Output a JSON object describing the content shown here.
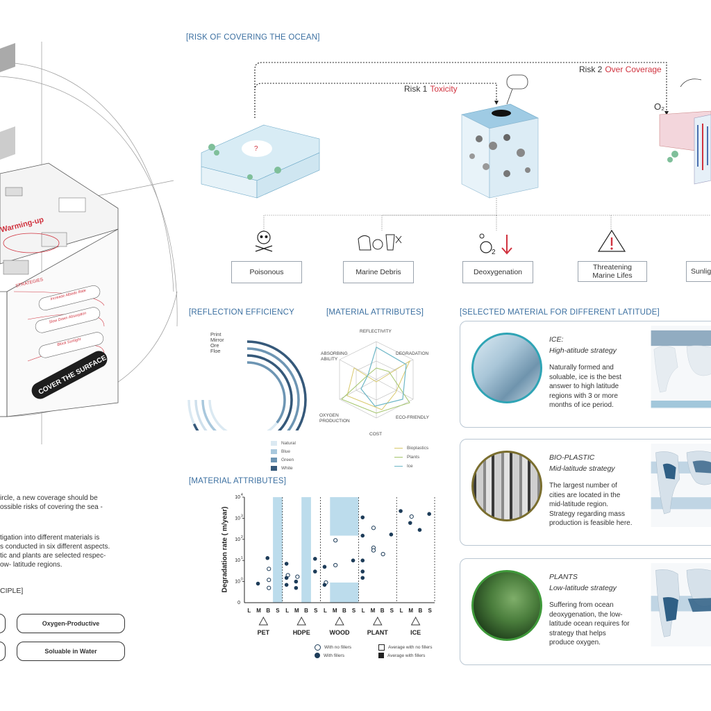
{
  "colors": {
    "accent": "#3b6fa0",
    "red": "#d0333f",
    "navy": "#1d3c59",
    "light_blue": "#bcdcec",
    "ice": "#2fa4b5",
    "plastic": "#7a6e2e",
    "plants": "#3f9a3a"
  },
  "risk": {
    "title": "[RISK OF COVERING THE OCEAN]",
    "risk1": {
      "label": "Risk 1",
      "name": "Toxicity"
    },
    "risk2": {
      "label": "Risk 2",
      "name": "Over Coverage"
    },
    "boxes": [
      "Poisonous",
      "Marine Debris",
      "Deoxygenation",
      "Threatening Marine Lifes",
      "Sunlig"
    ]
  },
  "left_panel": {
    "strategies_label": "STRATEGIES",
    "strategy_items": [
      "Increase Albedo Rate",
      "Slow Down Absorption",
      "Block Sunlight"
    ],
    "warming_label": "Warming-up",
    "cover_label": "COVER THE SURFACE",
    "text_block1": [
      "ircle, a new coverage should be",
      "ossible risks of covering the sea -"
    ],
    "text_block2": [
      "tigation into different materials is",
      "s conducted in six different aspects.",
      "tic and plants are selected respec-",
      "ow- latitude regions."
    ],
    "principle_label": "CIPLE]",
    "principles": [
      "Oxygen-Productive",
      "Soluable in Water"
    ]
  },
  "reflection": {
    "title": "[REFLECTION EFFICIENCY",
    "ring_labels": [
      "Print",
      "Mirror",
      "Ore",
      "Floe"
    ],
    "legend": [
      {
        "name": "Natural",
        "color": "#dbe9f2"
      },
      {
        "name": "Blue",
        "color": "#a9c8dd"
      },
      {
        "name": "Green",
        "color": "#6d95b3"
      },
      {
        "name": "White",
        "color": "#36597a"
      }
    ]
  },
  "radar": {
    "title": "[MATERIAL ATTRIBUTES]",
    "axes": [
      "REFLECTIVITY",
      "DEGRADATION",
      "ECO-FRIENDLY",
      "COST",
      "OXYGEN PRODUCTION",
      "ABSORBING ABILITY"
    ],
    "legend": [
      {
        "name": "Bioplastics",
        "color": "#d8c86a"
      },
      {
        "name": "Plants",
        "color": "#a3c46a"
      },
      {
        "name": "Ice",
        "color": "#6cb6c6"
      }
    ]
  },
  "chart_data": {
    "type": "scatter",
    "title": "[MATERIAL ATTRIBUTES]",
    "ylabel": "Degradation rate ( m/year)",
    "yscale": "log",
    "ylim": [
      0.1,
      10000
    ],
    "yticks": [
      "10^0",
      "10^1",
      "10^2",
      "10^3",
      "10^4"
    ],
    "groups": [
      "PET",
      "HDPE",
      "WOOD",
      "PLANT",
      "ICE"
    ],
    "subcategories": [
      "L",
      "M",
      "B",
      "S"
    ],
    "series": [
      {
        "name": "With no fillers",
        "marker": "open-circle",
        "points": [
          {
            "group": "PET",
            "sub": "B",
            "y": 4
          },
          {
            "group": "PET",
            "sub": "B",
            "y": 1.2
          },
          {
            "group": "PET",
            "sub": "B",
            "y": 0.5
          },
          {
            "group": "HDPE",
            "sub": "L",
            "y": 2
          },
          {
            "group": "HDPE",
            "sub": "M",
            "y": 1.7
          },
          {
            "group": "WOOD",
            "sub": "L",
            "y": 0.9
          },
          {
            "group": "WOOD",
            "sub": "M",
            "y": 90
          },
          {
            "group": "WOOD",
            "sub": "M",
            "y": 6
          },
          {
            "group": "PLANT",
            "sub": "M",
            "y": 350
          },
          {
            "group": "PLANT",
            "sub": "M",
            "y": 40
          },
          {
            "group": "PLANT",
            "sub": "M",
            "y": 30
          },
          {
            "group": "PLANT",
            "sub": "B",
            "y": 20
          },
          {
            "group": "ICE",
            "sub": "M",
            "y": 1200
          }
        ]
      },
      {
        "name": "With fillers",
        "marker": "filled-circle",
        "points": [
          {
            "group": "PET",
            "sub": "M",
            "y": 0.8
          },
          {
            "group": "PET",
            "sub": "B",
            "y": 13
          },
          {
            "group": "HDPE",
            "sub": "L",
            "y": 7
          },
          {
            "group": "HDPE",
            "sub": "L",
            "y": 1.5
          },
          {
            "group": "HDPE",
            "sub": "L",
            "y": 0.7
          },
          {
            "group": "HDPE",
            "sub": "M",
            "y": 1
          },
          {
            "group": "HDPE",
            "sub": "M",
            "y": 0.5
          },
          {
            "group": "HDPE",
            "sub": "S",
            "y": 12
          },
          {
            "group": "HDPE",
            "sub": "S",
            "y": 3
          },
          {
            "group": "WOOD",
            "sub": "L",
            "y": 5
          },
          {
            "group": "WOOD",
            "sub": "L",
            "y": 0.7
          },
          {
            "group": "WOOD",
            "sub": "S",
            "y": 10
          },
          {
            "group": "PLANT",
            "sub": "L",
            "y": 1100
          },
          {
            "group": "PLANT",
            "sub": "L",
            "y": 150
          },
          {
            "group": "PLANT",
            "sub": "L",
            "y": 10
          },
          {
            "group": "PLANT",
            "sub": "L",
            "y": 3
          },
          {
            "group": "PLANT",
            "sub": "L",
            "y": 1.5
          },
          {
            "group": "PLANT",
            "sub": "S",
            "y": 170
          },
          {
            "group": "ICE",
            "sub": "L",
            "y": 2200
          },
          {
            "group": "ICE",
            "sub": "M",
            "y": 600
          },
          {
            "group": "ICE",
            "sub": "B",
            "y": 280
          },
          {
            "group": "ICE",
            "sub": "S",
            "y": 1600
          }
        ]
      }
    ],
    "ranges": [
      {
        "group": "PET",
        "sub": "S",
        "from": 0.1,
        "to": 10000
      },
      {
        "group": "HDPE",
        "sub": "B",
        "from": 0.1,
        "to": 10000
      },
      {
        "group": "WOOD",
        "sub": "M",
        "from": 150,
        "to": 10000
      },
      {
        "group": "WOOD",
        "sub": "M",
        "from": 0.1,
        "to": 0.9
      }
    ],
    "legend": [
      "With no fillers",
      "With fillers",
      "Average with no fillers",
      "Average with fillers"
    ]
  },
  "materials": {
    "title": "[SELECTED MATERIAL FOR DIFFERENT LATITUDE]",
    "cards": [
      {
        "name": "ICE:",
        "strategy": "High-atitude strategy",
        "desc": "Naturally formed and soluable, ice is the best answer to high latitude regions with 3 or more months of ice period.",
        "ring": "#2fa4b5"
      },
      {
        "name": "BIO-PLASTIC",
        "strategy": "Mid-latitude strategy",
        "desc": "The largest number of cities are located in the mid-latitude region. Strategy regarding mass production is feasible here.",
        "ring": "#7a6e2e"
      },
      {
        "name": "PLANTS",
        "strategy": "Low-latitude strategy",
        "desc": "Suffering from ocean deoxygenation, the low-latitude ocean requires for strategy that helps produce oxygen.",
        "ring": "#3f9a3a"
      }
    ]
  }
}
